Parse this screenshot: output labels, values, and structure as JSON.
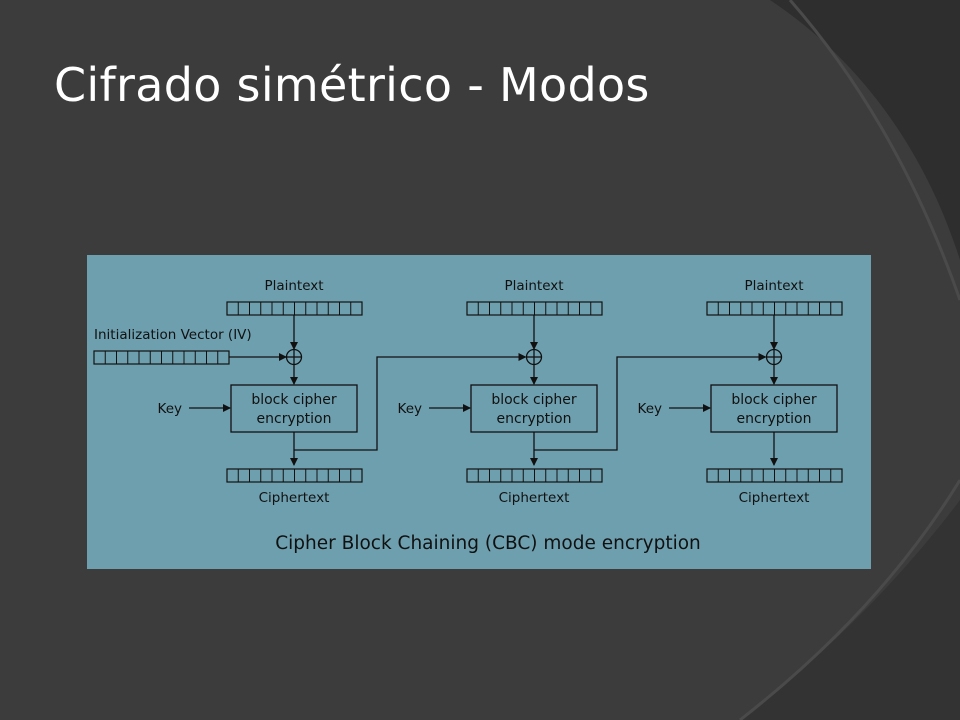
{
  "slide": {
    "title": "Cifrado simétrico - Modos",
    "colors": {
      "background": "#3c3c3c",
      "diagram_background": "#6e9fae",
      "title_text": "#ffffff"
    }
  },
  "diagram": {
    "iv_label": "Initialization Vector (IV)",
    "caption": "Cipher Block Chaining (CBC) mode encryption",
    "stages": [
      {
        "plaintext": "Plaintext",
        "key": "Key",
        "block_line1": "block cipher",
        "block_line2": "encryption",
        "ciphertext": "Ciphertext"
      },
      {
        "plaintext": "Plaintext",
        "key": "Key",
        "block_line1": "block cipher",
        "block_line2": "encryption",
        "ciphertext": "Ciphertext"
      },
      {
        "plaintext": "Plaintext",
        "key": "Key",
        "block_line1": "block cipher",
        "block_line2": "encryption",
        "ciphertext": "Ciphertext"
      }
    ]
  }
}
